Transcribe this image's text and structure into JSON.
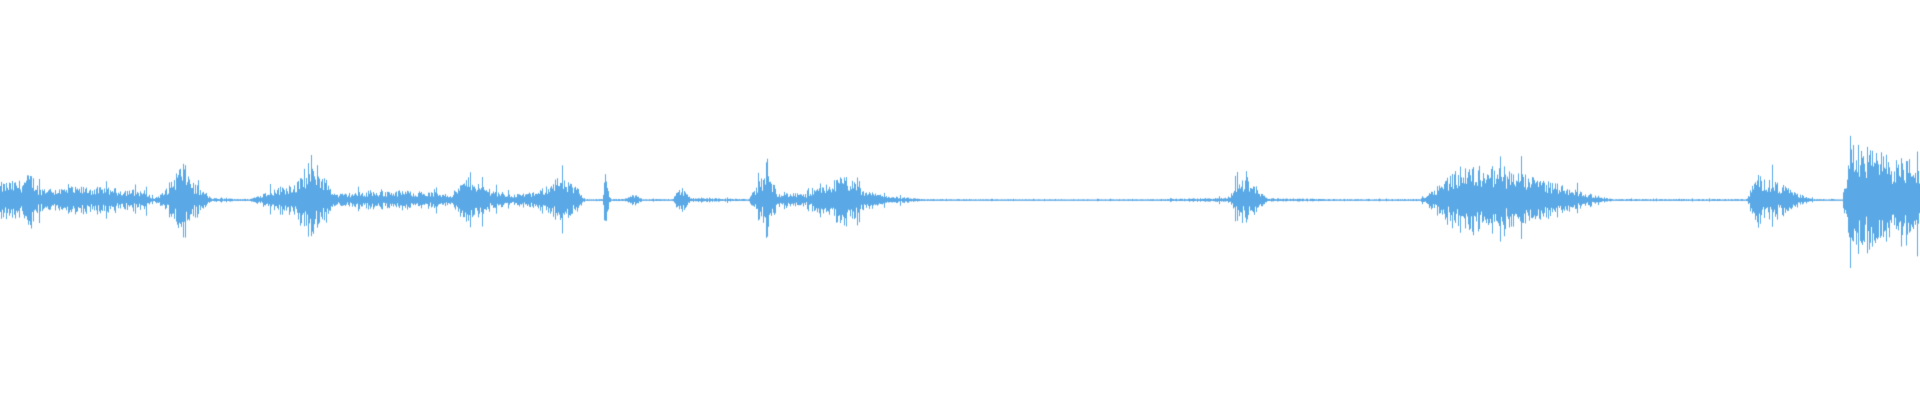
{
  "waveform": {
    "color": "#5aa9e6",
    "background": "#ffffff",
    "envelope_keys": [
      [
        0.0,
        0.09
      ],
      [
        0.01,
        0.1
      ],
      [
        0.016,
        0.14
      ],
      [
        0.02,
        0.07
      ],
      [
        0.03,
        0.06
      ],
      [
        0.045,
        0.07
      ],
      [
        0.06,
        0.06
      ],
      [
        0.075,
        0.05
      ],
      [
        0.08,
        0.01
      ],
      [
        0.085,
        0.04
      ],
      [
        0.095,
        0.2
      ],
      [
        0.102,
        0.07
      ],
      [
        0.11,
        0.01
      ],
      [
        0.13,
        0.005
      ],
      [
        0.14,
        0.05
      ],
      [
        0.155,
        0.1
      ],
      [
        0.165,
        0.18
      ],
      [
        0.175,
        0.03
      ],
      [
        0.185,
        0.04
      ],
      [
        0.21,
        0.05
      ],
      [
        0.225,
        0.04
      ],
      [
        0.235,
        0.03
      ],
      [
        0.245,
        0.14
      ],
      [
        0.25,
        0.08
      ],
      [
        0.265,
        0.03
      ],
      [
        0.28,
        0.04
      ],
      [
        0.29,
        0.12
      ],
      [
        0.3,
        0.07
      ],
      [
        0.305,
        0.005
      ],
      [
        0.314,
        0.005
      ],
      [
        0.315,
        0.16
      ],
      [
        0.318,
        0.005
      ],
      [
        0.32,
        0.005
      ],
      [
        0.325,
        0.005
      ],
      [
        0.33,
        0.03
      ],
      [
        0.335,
        0.005
      ],
      [
        0.35,
        0.005
      ],
      [
        0.355,
        0.07
      ],
      [
        0.36,
        0.01
      ],
      [
        0.37,
        0.01
      ],
      [
        0.39,
        0.005
      ],
      [
        0.395,
        0.09
      ],
      [
        0.4,
        0.15
      ],
      [
        0.405,
        0.04
      ],
      [
        0.42,
        0.03
      ],
      [
        0.44,
        0.13
      ],
      [
        0.45,
        0.05
      ],
      [
        0.46,
        0.025
      ],
      [
        0.48,
        0.005
      ],
      [
        0.52,
        0.004
      ],
      [
        0.6,
        0.004
      ],
      [
        0.64,
        0.012
      ],
      [
        0.645,
        0.1
      ],
      [
        0.65,
        0.12
      ],
      [
        0.66,
        0.01
      ],
      [
        0.7,
        0.004
      ],
      [
        0.74,
        0.005
      ],
      [
        0.75,
        0.09
      ],
      [
        0.76,
        0.17
      ],
      [
        0.775,
        0.18
      ],
      [
        0.79,
        0.14
      ],
      [
        0.81,
        0.09
      ],
      [
        0.825,
        0.04
      ],
      [
        0.84,
        0.005
      ],
      [
        0.9,
        0.005
      ],
      [
        0.91,
        0.005
      ],
      [
        0.915,
        0.13
      ],
      [
        0.925,
        0.1
      ],
      [
        0.935,
        0.04
      ],
      [
        0.945,
        0.005
      ],
      [
        0.96,
        0.005
      ],
      [
        0.965,
        0.4
      ],
      [
        0.97,
        0.28
      ],
      [
        0.98,
        0.24
      ],
      [
        1.0,
        0.2
      ]
    ]
  }
}
